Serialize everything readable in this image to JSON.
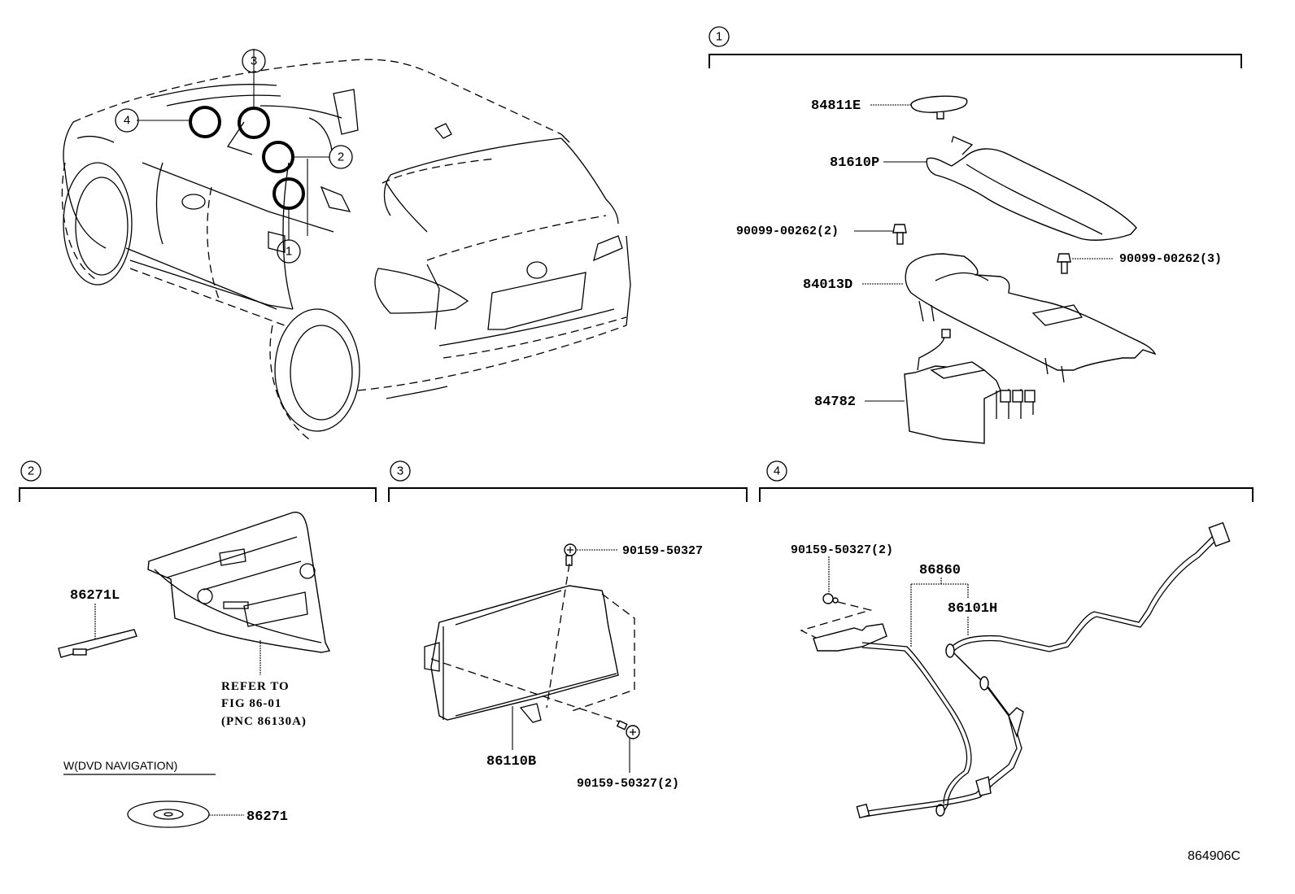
{
  "figure_id": "864906C",
  "overview": {
    "callouts": [
      "1",
      "2",
      "3",
      "4"
    ]
  },
  "sections": [
    {
      "id": "1",
      "parts": [
        {
          "pnc": "84811E"
        },
        {
          "pnc": "81610P"
        },
        {
          "pnc": "90099-00262",
          "qty": "(2)"
        },
        {
          "pnc": "90099-00262",
          "qty": "(3)"
        },
        {
          "pnc": "84013D"
        },
        {
          "pnc": "84782"
        }
      ]
    },
    {
      "id": "2",
      "parts": [
        {
          "pnc": "86271L"
        }
      ],
      "note_lines": [
        "REFER TO",
        "FIG 86-01",
        "(PNC 86130A)"
      ],
      "condition": "W(DVD NAVIGATION)",
      "conditional_parts": [
        {
          "pnc": "86271"
        }
      ]
    },
    {
      "id": "3",
      "parts": [
        {
          "pnc": "90159-50327",
          "qty": ""
        },
        {
          "pnc": "86110B"
        },
        {
          "pnc": "90159-50327",
          "qty": "(2)"
        }
      ]
    },
    {
      "id": "4",
      "parts": [
        {
          "pnc": "90159-50327",
          "qty": "(2)"
        },
        {
          "pnc": "86860"
        },
        {
          "pnc": "86101H"
        }
      ]
    }
  ]
}
